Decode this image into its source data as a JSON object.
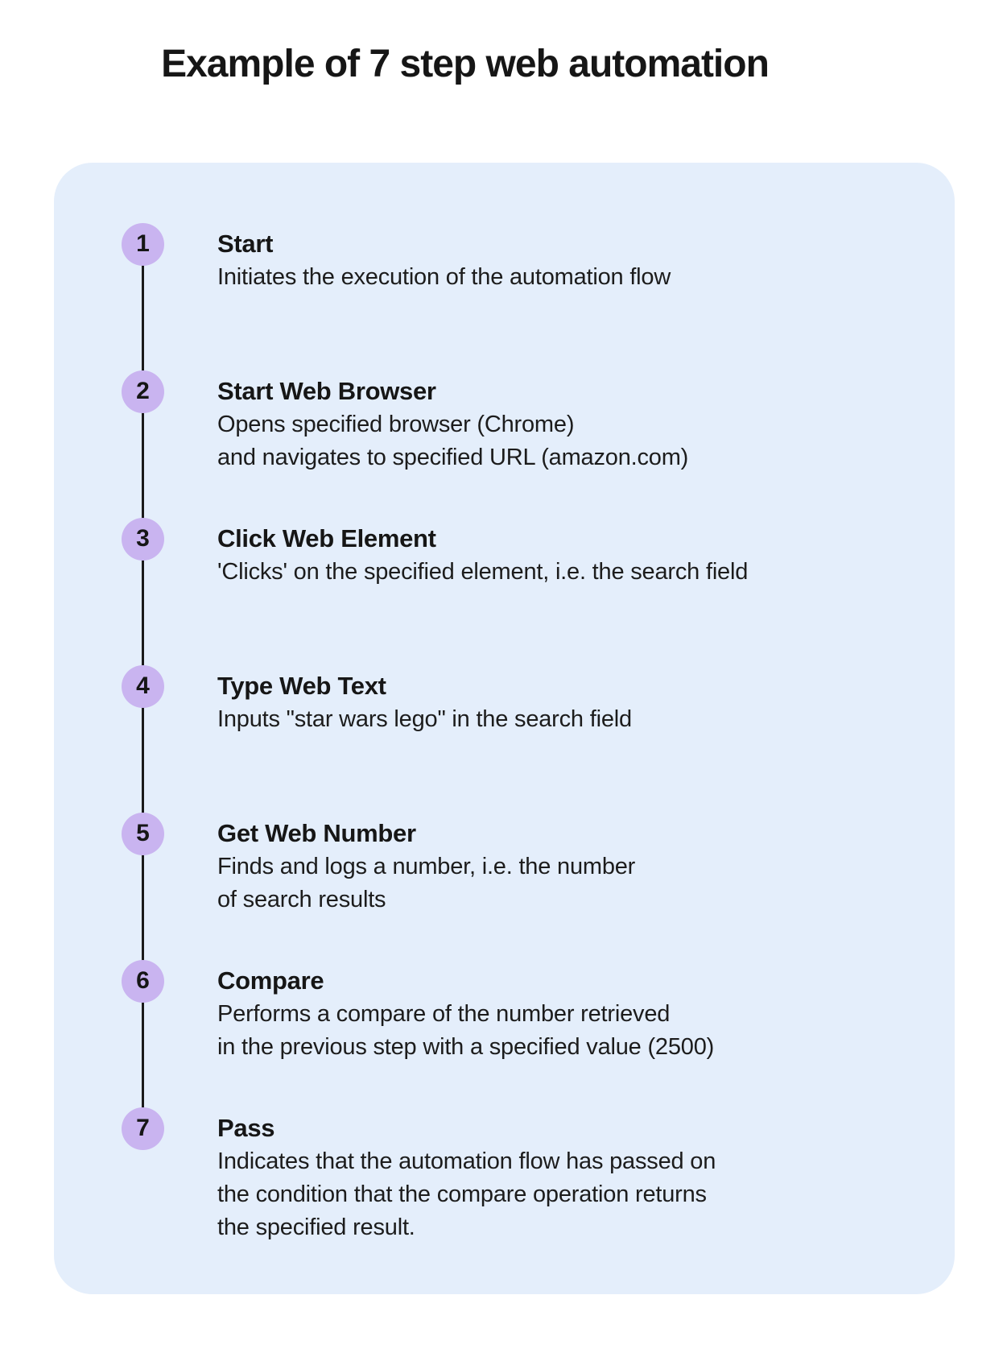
{
  "page": {
    "title": "Example of 7 step web automation"
  },
  "colors": {
    "background": "#ffffff",
    "card": "#e4eefb",
    "circle": "#c9b4f0",
    "line": "#1a1a1a",
    "text": "#161616"
  },
  "timeline": {
    "steps": [
      {
        "number": "1",
        "title": "Start",
        "description": [
          "Initiates the execution of the automation flow"
        ]
      },
      {
        "number": "2",
        "title": "Start Web Browser",
        "description": [
          "Opens specified browser (Chrome)",
          "and navigates to specified URL (amazon.com)"
        ]
      },
      {
        "number": "3",
        "title": "Click Web Element",
        "description": [
          "'Clicks' on the specified element, i.e. the search field"
        ]
      },
      {
        "number": "4",
        "title": "Type Web Text",
        "description": [
          "Inputs \"star wars lego\" in the search field"
        ]
      },
      {
        "number": "5",
        "title": "Get Web Number",
        "description": [
          "Finds and logs a number, i.e. the number",
          "of search results"
        ]
      },
      {
        "number": "6",
        "title": "Compare",
        "description": [
          "Performs a compare of the number retrieved",
          "in the previous step with a specified value (2500)"
        ]
      },
      {
        "number": "7",
        "title": "Pass",
        "description": [
          "Indicates that the automation flow has passed on",
          "the condition that the compare operation returns",
          "the specified result."
        ]
      }
    ]
  }
}
